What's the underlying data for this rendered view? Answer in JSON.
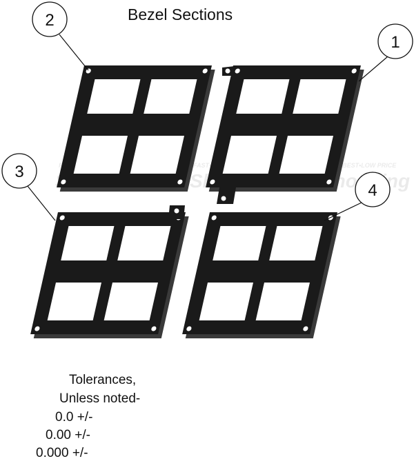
{
  "title": "Bezel Sections",
  "callouts": [
    "1",
    "2",
    "3",
    "4"
  ],
  "tolerances": {
    "heading": "Tolerances,",
    "subheading": "Unless noted-",
    "lines": [
      "0.0 +/-",
      "0.00 +/-",
      "0.000 +/-"
    ]
  },
  "watermark": {
    "tagline": "FAST•BEST•LOW PRICE",
    "brand": "Shopping"
  },
  "colors": {
    "part": "#1a1a1a",
    "edge": "#3a3a3a",
    "line": "#111111"
  }
}
